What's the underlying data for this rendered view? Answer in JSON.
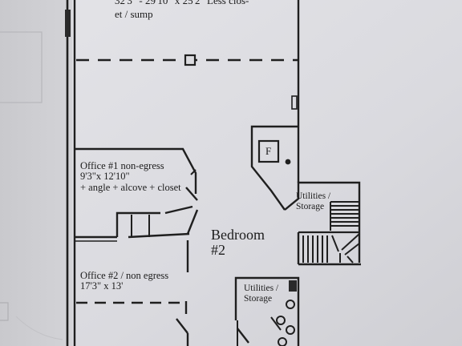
{
  "top_room": {
    "dimensions_line": "32'3\" - 29'10\" x 25'2\" Less clos-",
    "dimensions_line2": "et / sump"
  },
  "office1": {
    "line1": "Office #1 non-egress",
    "line2": "9'3\"x  12'10\"",
    "line3": "+ angle + alcove + closet"
  },
  "office2": {
    "line1": "Office #2 / non egress",
    "line2": "17'3\" x 13'"
  },
  "bedroom": {
    "line1": "Bedroom",
    "line2": "#2"
  },
  "utilities_upper": {
    "line1": "Utilities /",
    "line2": "Storage"
  },
  "utilities_lower": {
    "line1": "Utilities /",
    "line2": "Storage"
  },
  "furnace": {
    "label": "F"
  }
}
